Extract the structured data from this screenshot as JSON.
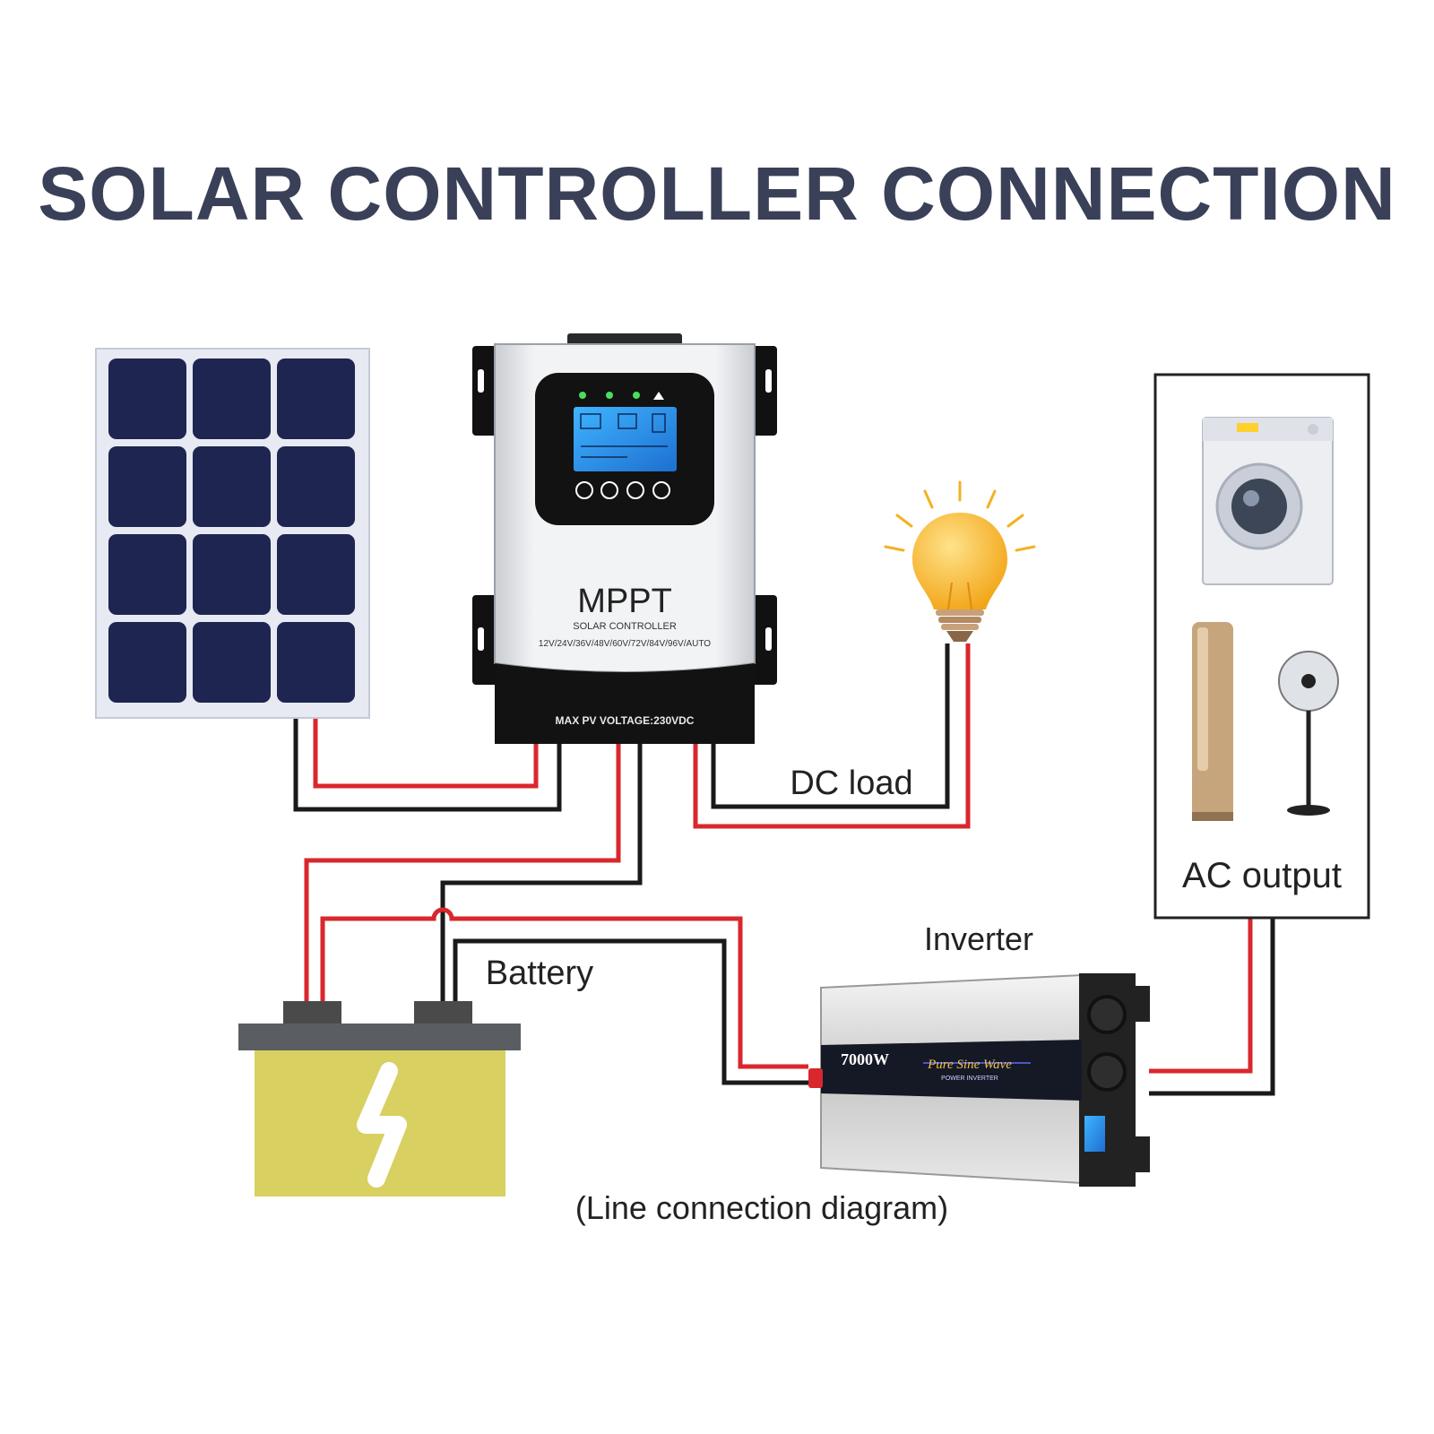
{
  "title": "SOLAR CONTROLLER CONNECTION",
  "controller": {
    "brand": "MPPT",
    "subtitle": "SOLAR CONTROLLER",
    "voltages": "12V/24V/36V/48V/60V/72V/84V/96V/AUTO",
    "max_pv": "MAX PV VOLTAGE:230VDC"
  },
  "labels": {
    "dc_load": "DC load",
    "battery": "Battery",
    "inverter": "Inverter",
    "ac_output": "AC output",
    "caption": "(Line connection diagram)"
  },
  "inverter": {
    "power": "7000W",
    "wave": "Pure Sine Wave",
    "sub": "POWER INVERTER"
  },
  "colors": {
    "title": "#3a4058",
    "wire_positive": "#d9272e",
    "wire_negative": "#1a1a1a",
    "panel_cell": "#1e2550",
    "battery_body": "#d8d060",
    "bulb": "#f7b928"
  }
}
